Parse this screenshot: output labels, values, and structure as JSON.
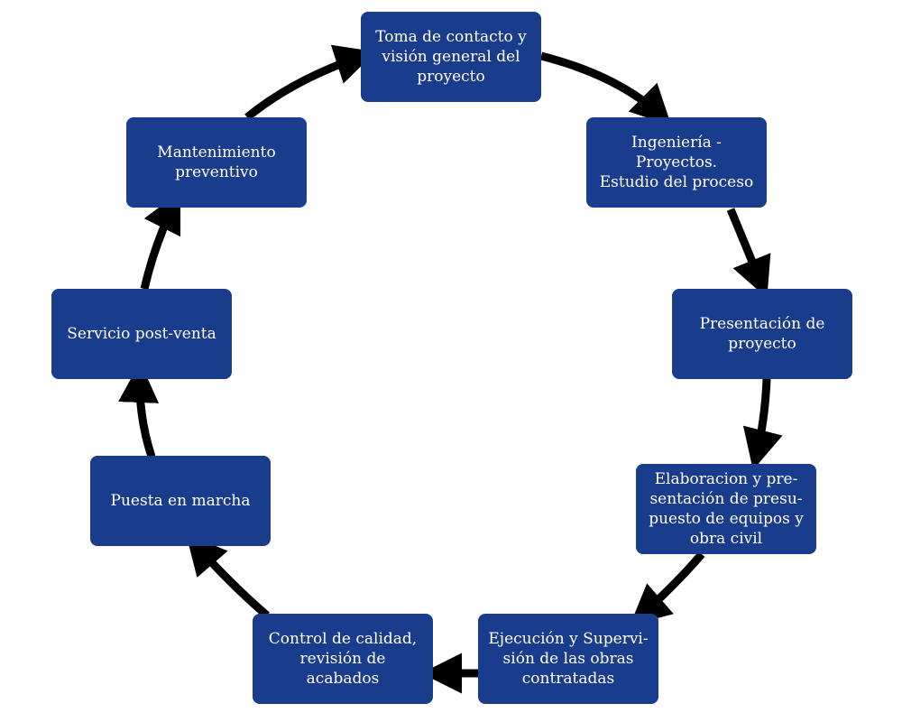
{
  "diagram": {
    "type": "cycle",
    "colors": {
      "box_fill": "#1a3c8c",
      "box_text": "#ffffff",
      "arrow": "#000000",
      "background": "#ffffff"
    },
    "steps": [
      {
        "label": "Toma de contacto y\nvisión general del\nproyecto"
      },
      {
        "label": "Ingeniería -\nProyectos.\nEstudio del proceso"
      },
      {
        "label": "Presentación de\nproyecto"
      },
      {
        "label": "Elaboracion y pre-\nsentación de presu-\npuesto de equipos y\nobra civil"
      },
      {
        "label": "Ejecución y Supervi-\nsión de las obras\ncontratadas"
      },
      {
        "label": "Control de calidad,\nrevisión de acabados"
      },
      {
        "label": "Puesta en marcha"
      },
      {
        "label": "Servicio post-venta"
      },
      {
        "label": "Mantenimiento\npreventivo"
      }
    ],
    "flow_direction": "clockwise"
  }
}
